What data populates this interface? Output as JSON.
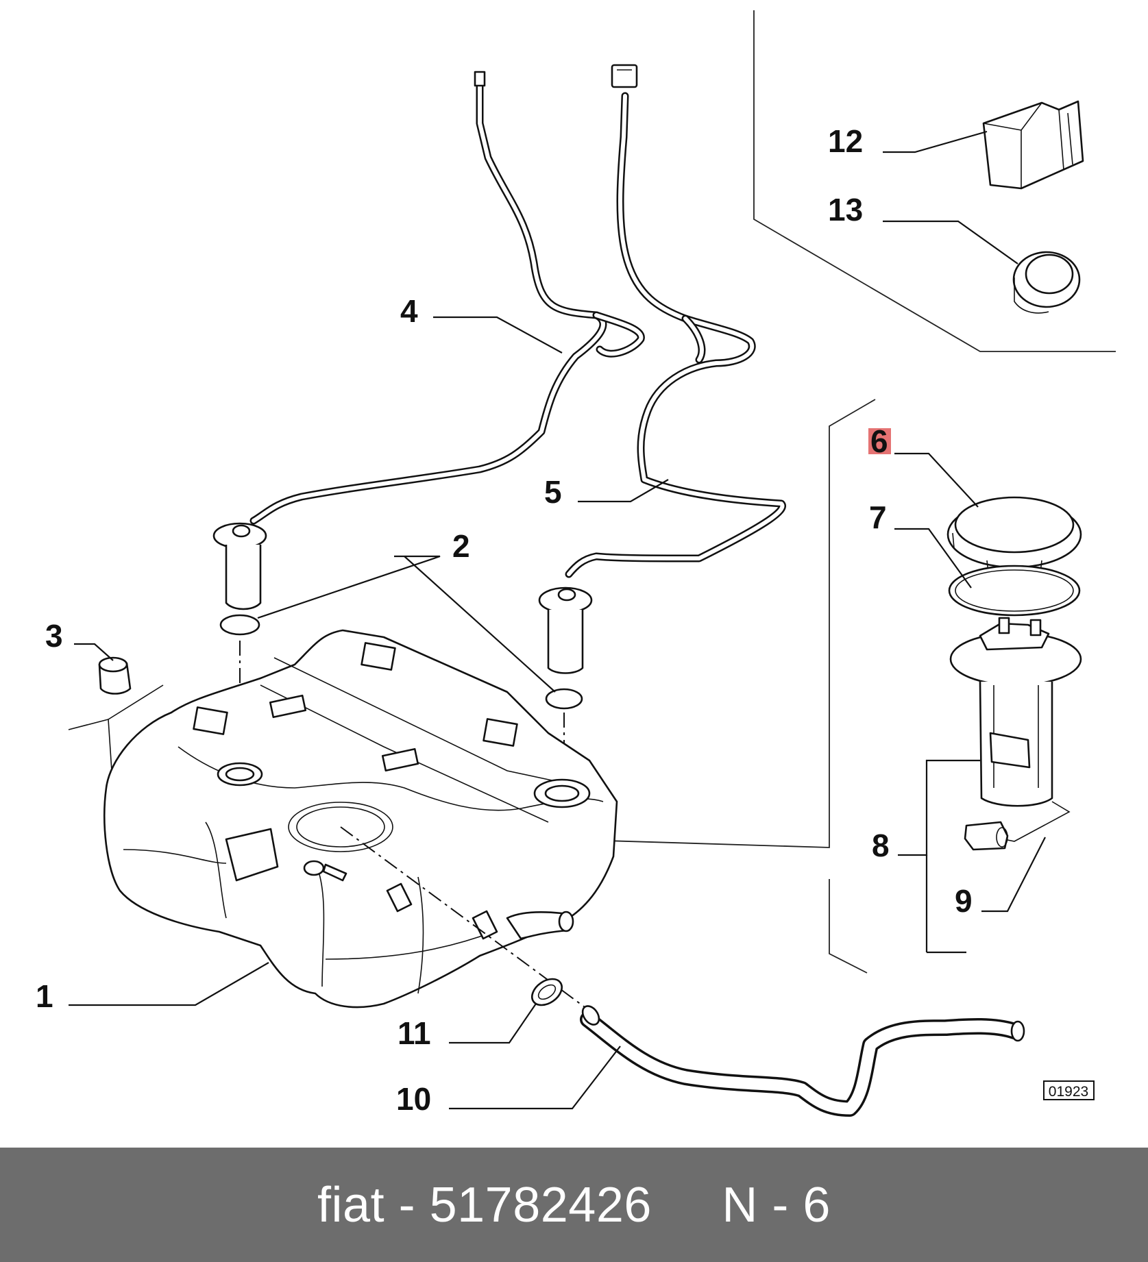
{
  "callouts": [
    "1",
    "2",
    "3",
    "4",
    "5",
    "6",
    "7",
    "8",
    "9",
    "10",
    "11",
    "12",
    "13"
  ],
  "highlighted_callout": "6",
  "highlight_color": "#e57373",
  "diagram_code": "01923",
  "footer": {
    "text": "fiat - 51782426     N - 6",
    "background": "#6d6d6d",
    "color": "#ffffff"
  }
}
